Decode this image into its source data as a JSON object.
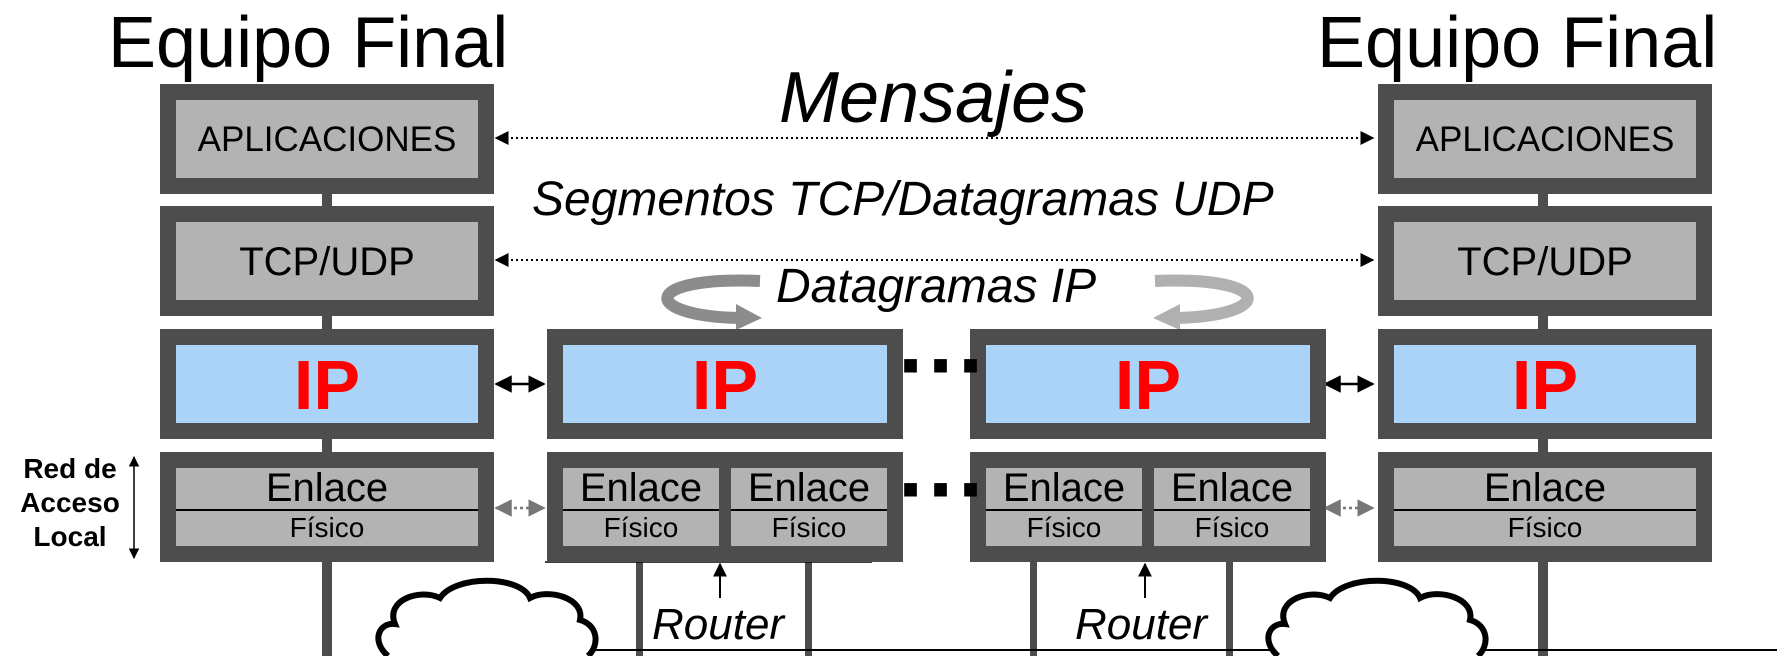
{
  "titles": {
    "left": "Equipo Final",
    "right": "Equipo Final"
  },
  "flow_labels": {
    "messages": "Mensajes",
    "segments": "Segmentos TCP/Datagramas UDP",
    "datagrams": "Datagramas IP"
  },
  "layers": {
    "app": "APLICACIONES",
    "transport": "TCP/UDP",
    "network": "IP",
    "link": "Enlace",
    "physical": "Físico"
  },
  "side_label": {
    "line1": "Red de",
    "line2": "Acceso",
    "line3": "Local"
  },
  "router_label": "Router",
  "ellipsis": "···",
  "colors": {
    "frame": "#4d4d4d",
    "layer": "#b3b3b3",
    "ip_fill": "#abd3f7",
    "ip_text": "#ff0000"
  }
}
